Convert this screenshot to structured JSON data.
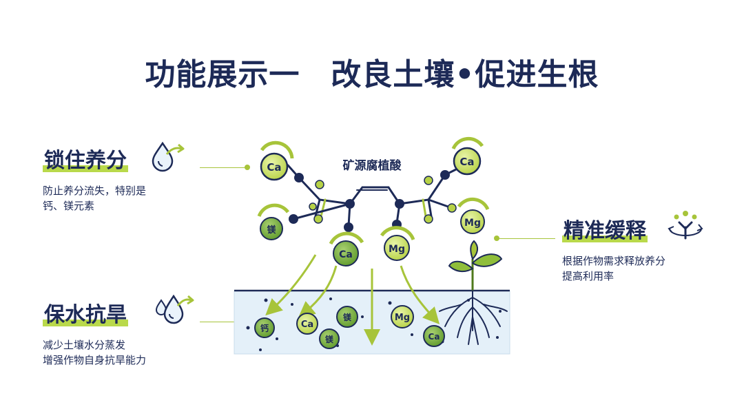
{
  "title": "功能展示一　改良土壤•促进生根",
  "molecule_label": "矿源腐植酸",
  "features": {
    "lock": {
      "title": "锁住养分",
      "desc_line1": "防止养分流失，特别是",
      "desc_line2": "钙、镁元素",
      "icon": "water-drop-arrow-icon"
    },
    "water": {
      "title": "保水抗旱",
      "desc_line1": "减少土壤水分蒸发",
      "desc_line2": "增强作物自身抗旱能力",
      "icon": "water-drops-icon"
    },
    "release": {
      "title": "精准缓释",
      "desc_line1": "根据作物需求释放养分",
      "desc_line2": "提高利用率",
      "icon": "plant-release-icon"
    }
  },
  "ions": {
    "ca": "Ca",
    "mg": "Mg",
    "mei": "镁",
    "gai": "钙"
  },
  "colors": {
    "navy": "#1d2a57",
    "green": "#a7c43a",
    "dark_green": "#4f7a1c",
    "ion_fill": "#c6dd5a",
    "soil": "#e4f0f9"
  }
}
